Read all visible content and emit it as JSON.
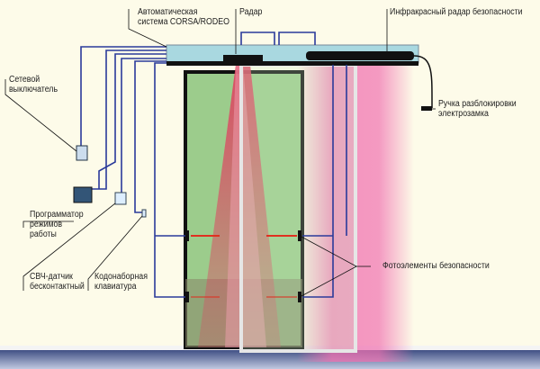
{
  "labels": {
    "system": [
      "Автоматическая",
      "система CORSA/RODEO"
    ],
    "radar": "Радар",
    "ir_radar": "Инфракрасный радар безопасности",
    "power_switch": [
      "Сетевой",
      "выключатель"
    ],
    "release_handle": [
      "Ручка разблокировки",
      "электрозамка"
    ],
    "programmer": [
      "Программатор",
      "режимов",
      "работы"
    ],
    "microwave_sensor": [
      "СВЧ-датчик",
      "бесконтактный"
    ],
    "keypad": [
      "Кодонаборная",
      "клавиатура"
    ],
    "photocells": "Фотоэлементы безопасности"
  },
  "colors": {
    "wire": "#2a3a9a",
    "header": "#a9d8e0",
    "radar_beam": "#e0506a",
    "ir_beam": "#f070b0",
    "door_glass": "#9ccc8c",
    "background": "#fdfbe9"
  }
}
